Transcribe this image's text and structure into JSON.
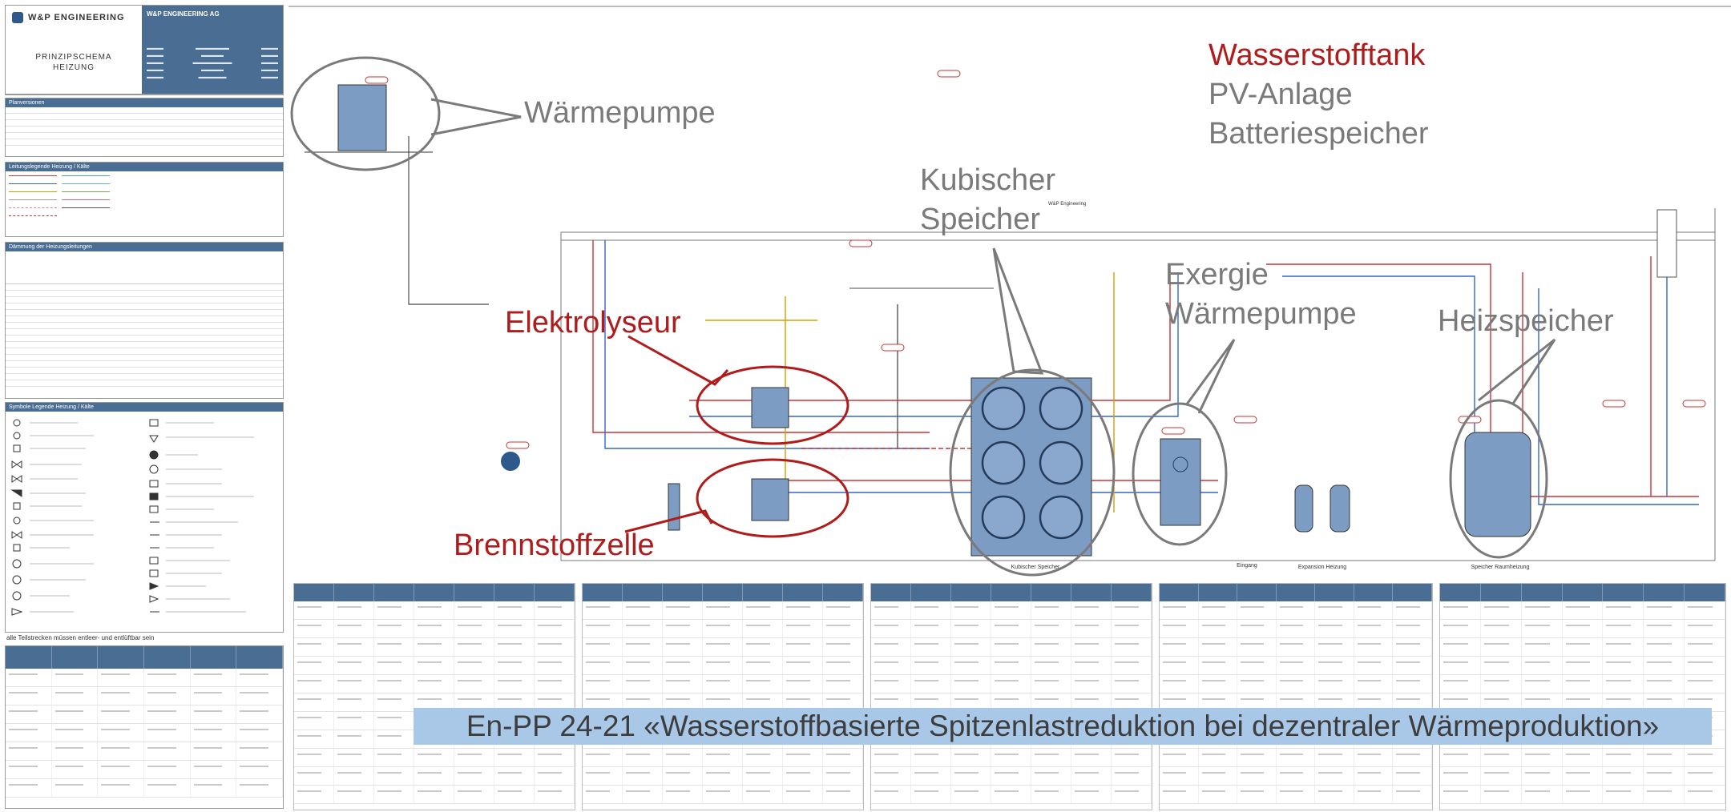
{
  "title_block": {
    "logo_text": "W&P ENGINEERING",
    "drawing_title_line1": "PRINZIPSCHEMA",
    "drawing_title_line2": "HEIZUNG",
    "company": "W&P ENGINEERING AG"
  },
  "panels": {
    "plan_versions": "Planversionen",
    "line_legend": "Leitungslegende Heizung / Kälte",
    "insulation": "Dämmung der Heizungsleitungen",
    "symbol_legend": "Symbole Legende Heizung / Kälte"
  },
  "footnote": "alle Teilstrecken müssen entleer- und entlüftbar sein",
  "callouts": {
    "waermepumpe": "Wärmepumpe",
    "wasserstofftank": "Wasserstofftank",
    "pv_anlage": "PV-Anlage",
    "batteriespeicher": "Batteriespeicher",
    "kubischer_1": "Kubischer",
    "kubischer_2": "Speicher",
    "exergie_1": "Exergie",
    "exergie_2": "Wärmepumpe",
    "heizspeicher": "Heizspeicher",
    "elektrolyseur": "Elektrolyseur",
    "brennstoffzelle": "Brennstoffzelle"
  },
  "drawing_labels": {
    "company_tag": "W&P Engineering",
    "kub_speicher": "Kubischer Speicher",
    "speicher_heizung": "Speicher Raumheizung",
    "expansion": "Expansion Heizung",
    "eingang": "Eingang"
  },
  "banner": "En-PP 24-21 «Wasserstoffbasierte Spitzenlastreduktion bei dezentraler Wärmeproduktion»",
  "colors": {
    "accent_red": "#b01b1b",
    "callout_gray": "#7a7a7a",
    "header_blue": "#4a6d94",
    "banner_blue": "#a9c8e8"
  }
}
